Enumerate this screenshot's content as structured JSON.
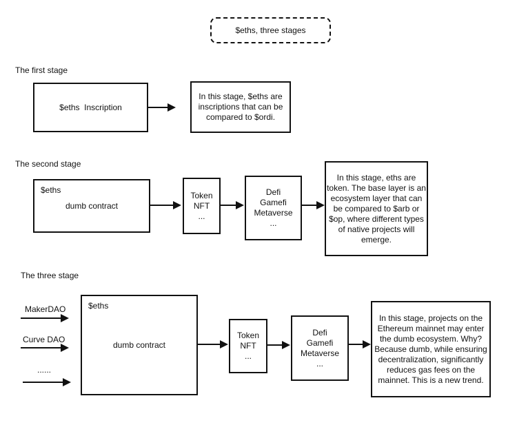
{
  "title": "$eths, three stages",
  "stages": {
    "first": {
      "label": "The first stage",
      "main_box": "$eths  Inscription",
      "description": "In this stage, $eths are\ninscriptions that can be\ncompared to $ordi."
    },
    "second": {
      "label": "The second stage",
      "main_box_tag": "$eths",
      "main_box_label": "dumb contract",
      "token_box": "Token\nNFT\n...",
      "defi_box": "Defi\nGamefi\nMetaverse\n...",
      "description": "In this stage, eths are\ntoken. The base layer is an\necosystem layer that can\nbe compared to $arb or\n$op, where different types\nof native projects will\nemerge."
    },
    "third": {
      "label": "The three stage",
      "inputs": [
        "MakerDAO",
        "Curve DAO",
        "......"
      ],
      "main_box_tag": "$eths",
      "main_box_label": "dumb contract",
      "token_box": "Token\nNFT\n...",
      "defi_box": "Defi\nGamefi\nMetaverse\n...",
      "description": "In this stage, projects on the\nEthereum mainnet may enter\nthe dumb ecosystem. Why?\nBecause dumb, while ensuring\ndecentralization, significantly\nreduces gas fees on the\nmainnet. This is a new trend."
    }
  },
  "colors": {
    "line": "#111111",
    "background": "#ffffff"
  }
}
